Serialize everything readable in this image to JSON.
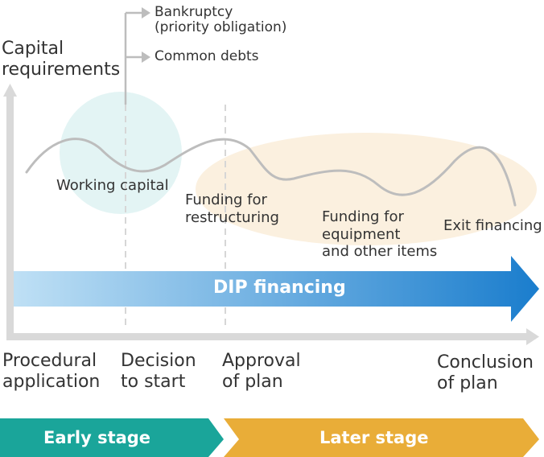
{
  "axis": {
    "y_label": "Capital\nrequirements"
  },
  "outcomes": {
    "bankruptcy": "Bankruptcy\n(priority obligation)",
    "common_debts": "Common debts"
  },
  "phases": {
    "working_capital": "Working capital",
    "restructuring": "Funding for\nrestructuring",
    "equipment": "Funding for\nequipment\nand other items",
    "exit": "Exit financing"
  },
  "financing": {
    "label": "DIP financing"
  },
  "timeline": {
    "procedural": "Procedural\napplication",
    "decision": "Decision\nto start",
    "approval": "Approval\nof plan",
    "conclusion": "Conclusion\nof plan"
  },
  "stages": {
    "early": "Early stage",
    "later": "Later stage"
  },
  "colors": {
    "axis": "#d9d9d9",
    "curve": "#bdbdbd",
    "dip_start": "#b8dbf3",
    "dip_end": "#1e7fce",
    "early_stage": "#1aa59a",
    "later_stage": "#e9ad38",
    "working_circle": "#e3f4f4",
    "later_oval": "#fbf0df"
  }
}
